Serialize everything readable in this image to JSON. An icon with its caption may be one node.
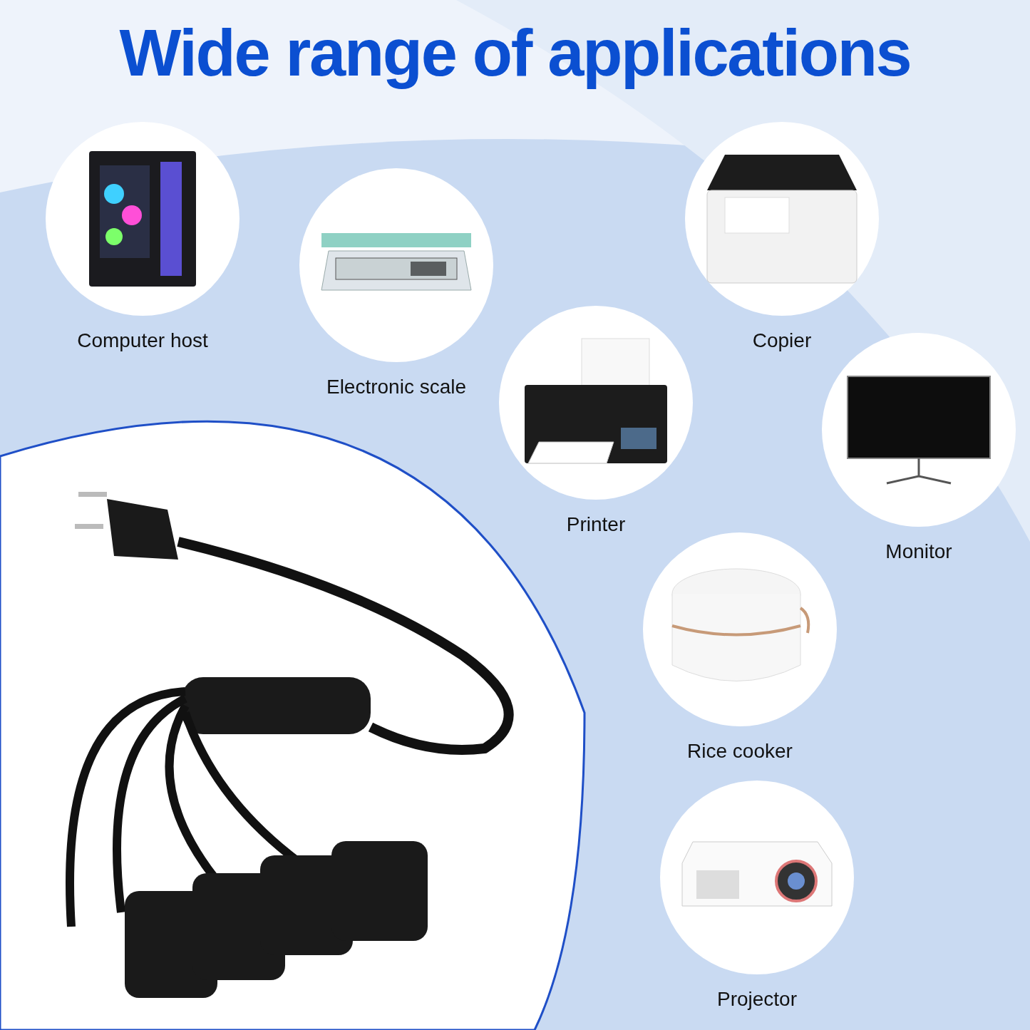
{
  "diagram": {
    "title": "Wide range of applications",
    "nodes": [
      {
        "text": [
          "Computer host"
        ]
      },
      {
        "text": [
          "Electronic scale"
        ]
      },
      {
        "text": [
          "Copier"
        ]
      },
      {
        "text": [
          "Printer"
        ]
      },
      {
        "text": [
          "Monitor"
        ]
      },
      {
        "text": [
          "Rice cooker"
        ]
      },
      {
        "text": [
          "Projector"
        ]
      }
    ]
  }
}
